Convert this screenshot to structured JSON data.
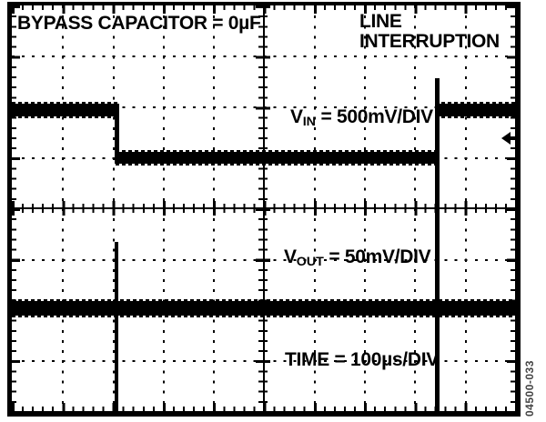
{
  "figure": {
    "bypass_label": "BYPASS CAPACITOR = 0µF",
    "event_label_line1": "LINE",
    "event_label_line2": "INTERRUPTION",
    "vin_label": {
      "prefix": "V",
      "sub": "IN",
      "suffix": " = 500mV/DIV"
    },
    "vout_label": {
      "prefix": "V",
      "sub": "OUT",
      "suffix": " = 50mV/DIV"
    },
    "time_label": "TIME = 100µs/DIV",
    "figure_number": "04500-033",
    "colors": {
      "ink": "#000000",
      "background": "#ffffff",
      "figure_number_ink": "#444444"
    }
  },
  "chart_data": {
    "type": "line",
    "title": "Line Interruption Response, Bypass Capacitor = 0µF",
    "graticule": {
      "columns": 10,
      "rows": 8,
      "minor_per_div": 5,
      "style": "dotted minor gridlines, solid ticked center axes"
    },
    "x_axis": {
      "label": "TIME = 100µs/DIV",
      "us_per_div": 100,
      "range_us": [
        0,
        1000
      ]
    },
    "y_axis": {
      "units": "divisions from center axis, positive = up"
    },
    "series": [
      {
        "name": "VIN",
        "scale": "500mV/DIV",
        "x_us": [
          0,
          210,
          210,
          840,
          840,
          1000
        ],
        "y_div": [
          1.9,
          1.9,
          0.95,
          0.95,
          1.9,
          1.9
        ],
        "events": [
          {
            "x_us": 840,
            "type": "recovery overshoot spike",
            "peak_div": 2.55
          }
        ]
      },
      {
        "name": "VOUT",
        "scale": "50mV/DIV",
        "x_us": [
          0,
          1000
        ],
        "y_div": [
          -1.95,
          -1.95
        ],
        "events": [
          {
            "x_us": 210,
            "type": "transient spike",
            "up_div": -0.65,
            "down_div": "clipped below screen"
          },
          {
            "x_us": 840,
            "type": "transient spike",
            "up_div": "clipped into upper half",
            "down_div": "clipped below screen"
          }
        ]
      }
    ],
    "annotations": [
      "BYPASS CAPACITOR = 0µF",
      "LINE INTERRUPTION",
      "VIN = 500mV/DIV",
      "VOUT = 50mV/DIV",
      "TIME = 100µs/DIV",
      "left-pointing reference arrow at right edge, 1.3 div above center"
    ]
  }
}
